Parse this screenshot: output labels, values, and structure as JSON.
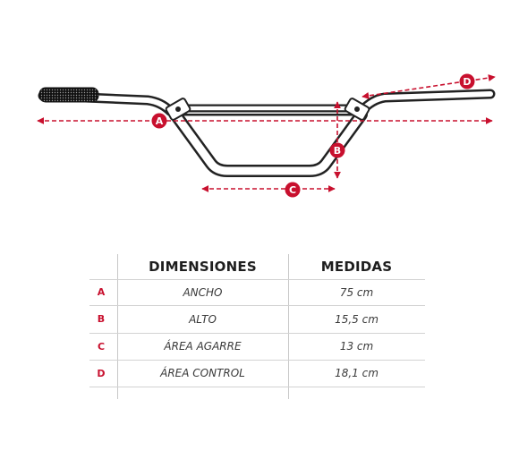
{
  "markers": [
    "A",
    "B",
    "C",
    "D"
  ],
  "table": {
    "headers": [
      "DIMENSIONES",
      "MEDIDAS"
    ],
    "rows": [
      {
        "letter": "A",
        "name": "ANCHO",
        "value": "75 cm"
      },
      {
        "letter": "B",
        "name": "ALTO",
        "value": "15,5 cm"
      },
      {
        "letter": "C",
        "name": "ÁREA AGARRE",
        "value": "13 cm"
      },
      {
        "letter": "D",
        "name": "ÁREA CONTROL",
        "value": "18,1 cm"
      }
    ]
  },
  "colors": {
    "accent": "#c8102e",
    "line": "#222222",
    "grid": "#c8c8c8"
  }
}
